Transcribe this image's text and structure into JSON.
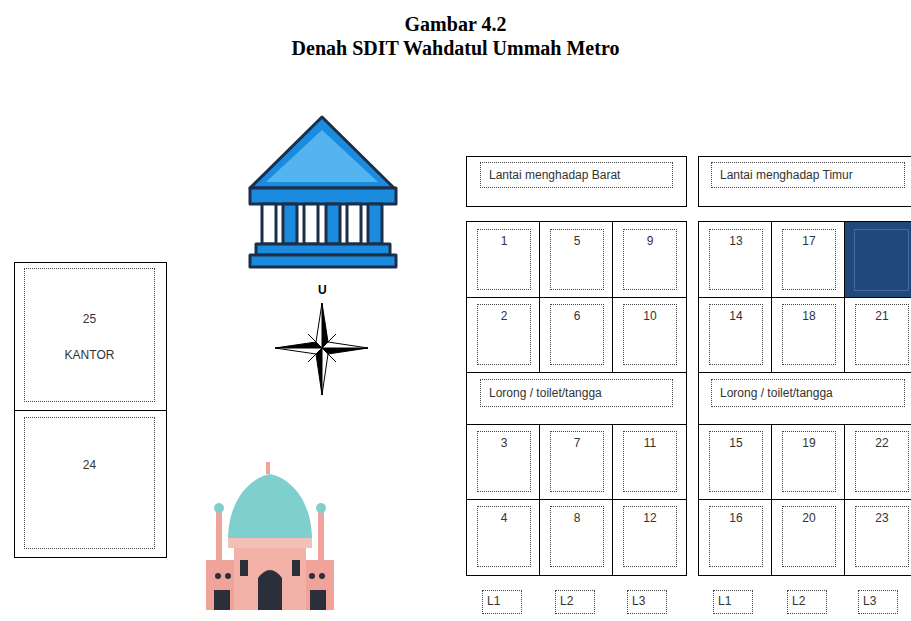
{
  "diagram": {
    "title": "Gambar 4.2",
    "nodes": [
      {
        "text": [
          "25",
          "KANTOR"
        ]
      },
      {
        "text": [
          "24"
        ]
      },
      {
        "text": [
          "Lantai menghadap Barat"
        ]
      },
      {
        "text": [
          "Lantai menghadap Timur"
        ]
      },
      {
        "text": [
          "1"
        ]
      },
      {
        "text": [
          "5"
        ]
      },
      {
        "text": [
          "9"
        ]
      },
      {
        "text": [
          "13"
        ]
      },
      {
        "text": [
          "17"
        ]
      },
      {
        "text": [
          "2"
        ]
      },
      {
        "text": [
          "6"
        ]
      },
      {
        "text": [
          "10"
        ]
      },
      {
        "text": [
          "14"
        ]
      },
      {
        "text": [
          "18"
        ]
      },
      {
        "text": [
          "21"
        ]
      },
      {
        "text": [
          "Lorong / toilet/tangga"
        ]
      },
      {
        "text": [
          "Lorong / toilet/tangga"
        ]
      },
      {
        "text": [
          "3"
        ]
      },
      {
        "text": [
          "7"
        ]
      },
      {
        "text": [
          "11"
        ]
      },
      {
        "text": [
          "15"
        ]
      },
      {
        "text": [
          "19"
        ]
      },
      {
        "text": [
          "22"
        ]
      },
      {
        "text": [
          "4"
        ]
      },
      {
        "text": [
          "8"
        ]
      },
      {
        "text": [
          "12"
        ]
      },
      {
        "text": [
          "16"
        ]
      },
      {
        "text": [
          "20"
        ]
      },
      {
        "text": [
          "23"
        ]
      },
      {
        "text": [
          "L1"
        ]
      },
      {
        "text": [
          "L2"
        ]
      },
      {
        "text": [
          "L3"
        ]
      },
      {
        "text": [
          "L1"
        ]
      },
      {
        "text": [
          "L2"
        ]
      },
      {
        "text": [
          "L3"
        ]
      }
    ],
    "labels": [
      "Denah SDIT Wahdatul Ummah Metro",
      "U"
    ]
  }
}
